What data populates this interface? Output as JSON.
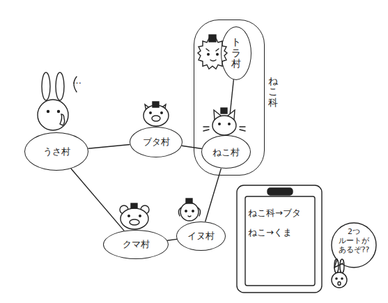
{
  "diagram": {
    "nodes": [
      {
        "text": [
          "ねこ科"
        ]
      },
      {
        "text": [
          "トラ村"
        ],
        "in": 0
      },
      {
        "text": [
          "ねこ村"
        ],
        "in": 0
      },
      {
        "text": [
          "うさ村"
        ]
      },
      {
        "text": [
          "ブタ村"
        ]
      },
      {
        "text": [
          "クマ村"
        ]
      },
      {
        "text": [
          "イヌ村"
        ]
      }
    ],
    "edges": [
      {
        "from": 3,
        "to": 4,
        "arrow": "none"
      },
      {
        "from": 4,
        "to": 2,
        "arrow": "none"
      },
      {
        "from": 1,
        "to": 2,
        "arrow": "none"
      },
      {
        "from": 3,
        "to": 5,
        "arrow": "none"
      },
      {
        "from": 5,
        "to": 6,
        "arrow": "none"
      },
      {
        "from": 6,
        "to": 2,
        "arrow": "none"
      }
    ],
    "labels": [
      "…",
      "ねこ科→ブタ",
      "ねこ→くま",
      "2つ ルートが あるぞ??"
    ]
  }
}
